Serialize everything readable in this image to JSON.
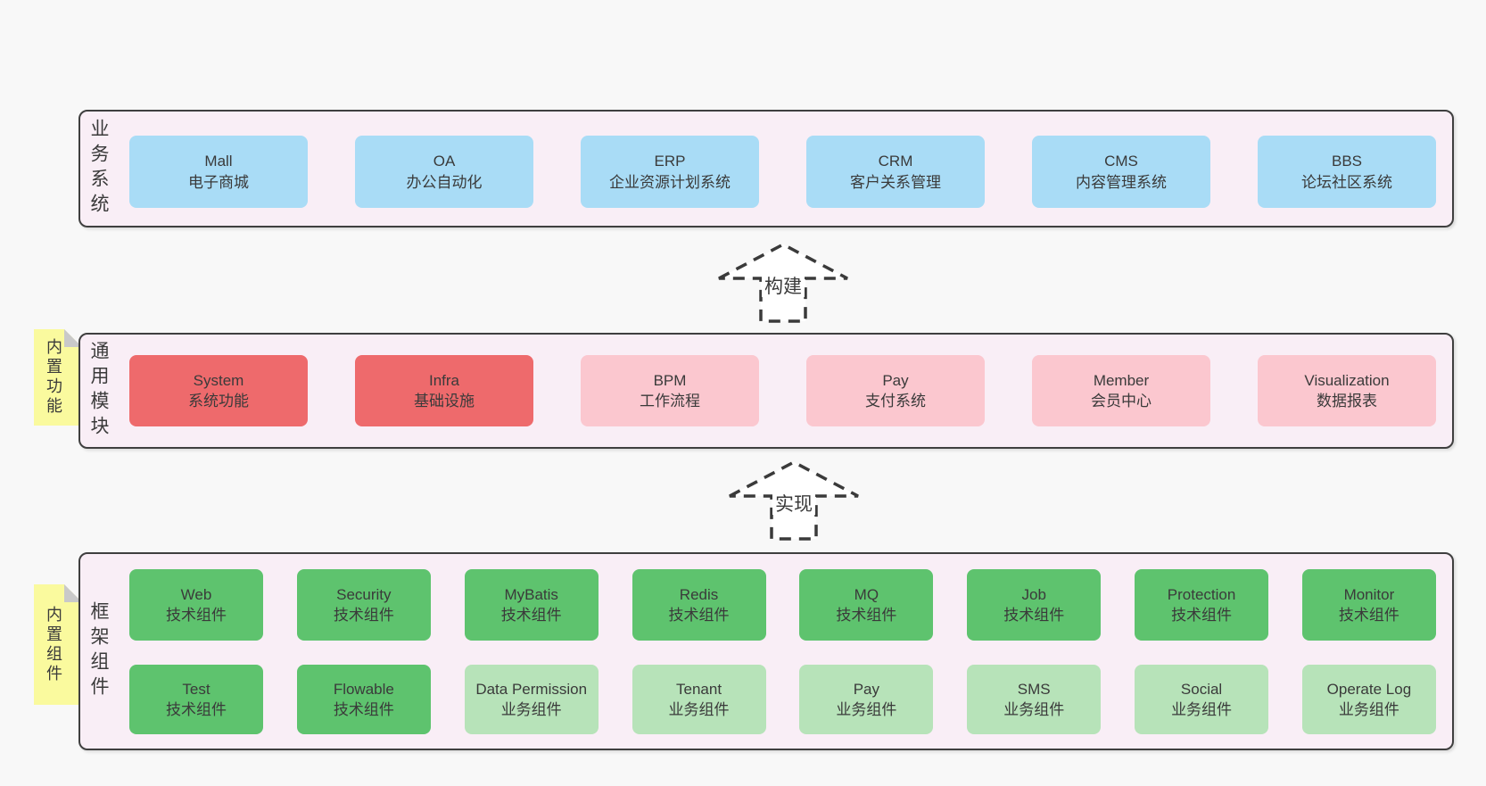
{
  "colors": {
    "page_bg": "#f8f8f8",
    "panel_bg": "#f9eef6",
    "panel_border": "#3f3f3f",
    "blue": "#a9dcf6",
    "red": "#ee6a6c",
    "pink": "#fbc7cf",
    "green": "#5ec36e",
    "light_green": "#b7e3b9",
    "note_yellow": "#fafa9e",
    "note_fold": "#c9c9c9",
    "text": "#3a3a3a"
  },
  "arrows": [
    {
      "label": "构建"
    },
    {
      "label": "实现"
    }
  ],
  "layers": [
    {
      "id": "business-systems",
      "side_label": "业务系统",
      "boxes": [
        {
          "title": "Mall",
          "subtitle": "电子商城",
          "variant": "blue"
        },
        {
          "title": "OA",
          "subtitle": "办公自动化",
          "variant": "blue"
        },
        {
          "title": "ERP",
          "subtitle": "企业资源计划系统",
          "variant": "blue"
        },
        {
          "title": "CRM",
          "subtitle": "客户关系管理",
          "variant": "blue"
        },
        {
          "title": "CMS",
          "subtitle": "内容管理系统",
          "variant": "blue"
        },
        {
          "title": "BBS",
          "subtitle": "论坛社区系统",
          "variant": "blue"
        }
      ]
    },
    {
      "id": "common-modules",
      "side_label": "通用模块",
      "note": "内置功能",
      "boxes": [
        {
          "title": "System",
          "subtitle": "系统功能",
          "variant": "red"
        },
        {
          "title": "Infra",
          "subtitle": "基础设施",
          "variant": "red"
        },
        {
          "title": "BPM",
          "subtitle": "工作流程",
          "variant": "pink"
        },
        {
          "title": "Pay",
          "subtitle": "支付系统",
          "variant": "pink"
        },
        {
          "title": "Member",
          "subtitle": "会员中心",
          "variant": "pink"
        },
        {
          "title": "Visualization",
          "subtitle": "数据报表",
          "variant": "pink"
        }
      ]
    },
    {
      "id": "framework-components",
      "side_label": "框架组件",
      "note": "内置组件",
      "rows": [
        [
          {
            "title": "Web",
            "subtitle": "技术组件",
            "variant": "green"
          },
          {
            "title": "Security",
            "subtitle": "技术组件",
            "variant": "green"
          },
          {
            "title": "MyBatis",
            "subtitle": "技术组件",
            "variant": "green"
          },
          {
            "title": "Redis",
            "subtitle": "技术组件",
            "variant": "green"
          },
          {
            "title": "MQ",
            "subtitle": "技术组件",
            "variant": "green"
          },
          {
            "title": "Job",
            "subtitle": "技术组件",
            "variant": "green"
          },
          {
            "title": "Protection",
            "subtitle": "技术组件",
            "variant": "green"
          },
          {
            "title": "Monitor",
            "subtitle": "技术组件",
            "variant": "green"
          }
        ],
        [
          {
            "title": "Test",
            "subtitle": "技术组件",
            "variant": "green"
          },
          {
            "title": "Flowable",
            "subtitle": "技术组件",
            "variant": "green"
          },
          {
            "title": "Data Permission",
            "subtitle": "业务组件",
            "variant": "lightgreen"
          },
          {
            "title": "Tenant",
            "subtitle": "业务组件",
            "variant": "lightgreen"
          },
          {
            "title": "Pay",
            "subtitle": "业务组件",
            "variant": "lightgreen"
          },
          {
            "title": "SMS",
            "subtitle": "业务组件",
            "variant": "lightgreen"
          },
          {
            "title": "Social",
            "subtitle": "业务组件",
            "variant": "lightgreen"
          },
          {
            "title": "Operate Log",
            "subtitle": "业务组件",
            "variant": "lightgreen"
          }
        ]
      ]
    }
  ]
}
